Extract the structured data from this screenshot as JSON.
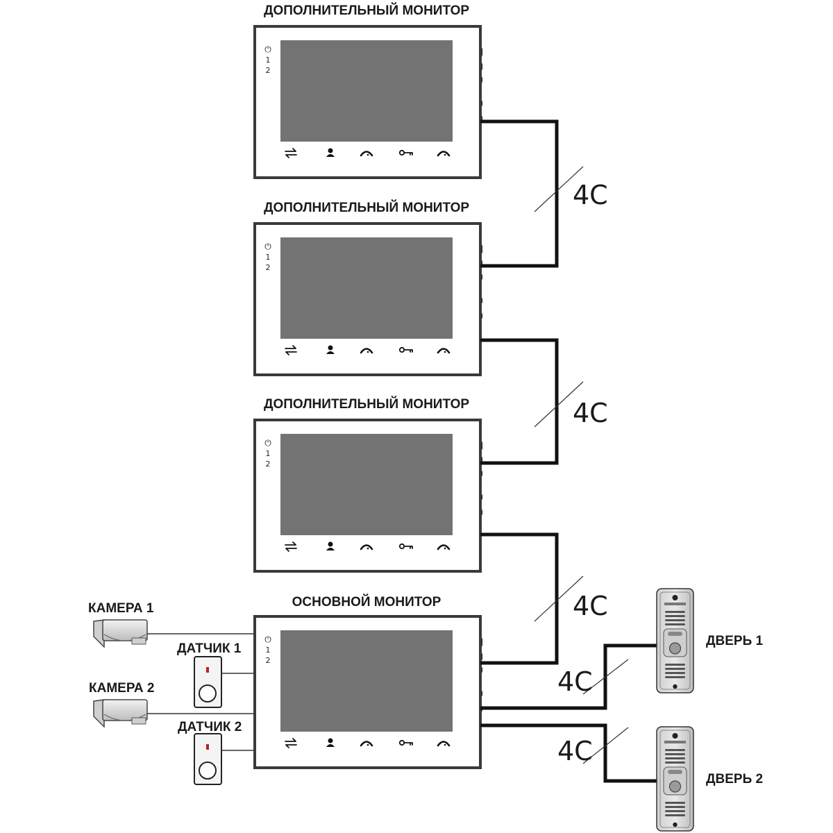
{
  "monitors": [
    {
      "title": "ДОПОЛНИТЕЛЬНЫЙ МОНИТОР"
    },
    {
      "title": "ДОПОЛНИТЕЛЬНЫЙ МОНИТОР"
    },
    {
      "title": "ДОПОЛНИТЕЛЬНЫЙ МОНИТОР"
    },
    {
      "title": "ОСНОВНОЙ МОНИТОР"
    }
  ],
  "indicators": {
    "power": "⏻",
    "ch1": "1",
    "ch2": "2"
  },
  "buttons": [
    "swap-icon",
    "user-icon",
    "handset-icon",
    "key-icon",
    "handset-icon"
  ],
  "wire_label": "4C",
  "cameras": [
    {
      "label": "КАМЕРА 1"
    },
    {
      "label": "КАМЕРА 2"
    }
  ],
  "sensors": [
    {
      "label": "ДАТЧИК 1"
    },
    {
      "label": "ДАТЧИК 2"
    }
  ],
  "doors": [
    {
      "label": "ДВЕРЬ 1"
    },
    {
      "label": "ДВЕРЬ 2"
    }
  ],
  "colors": {
    "screen": "#737373",
    "frame": "#3a3a3a",
    "wire": "#111111",
    "panel": "#d9d9d9"
  }
}
